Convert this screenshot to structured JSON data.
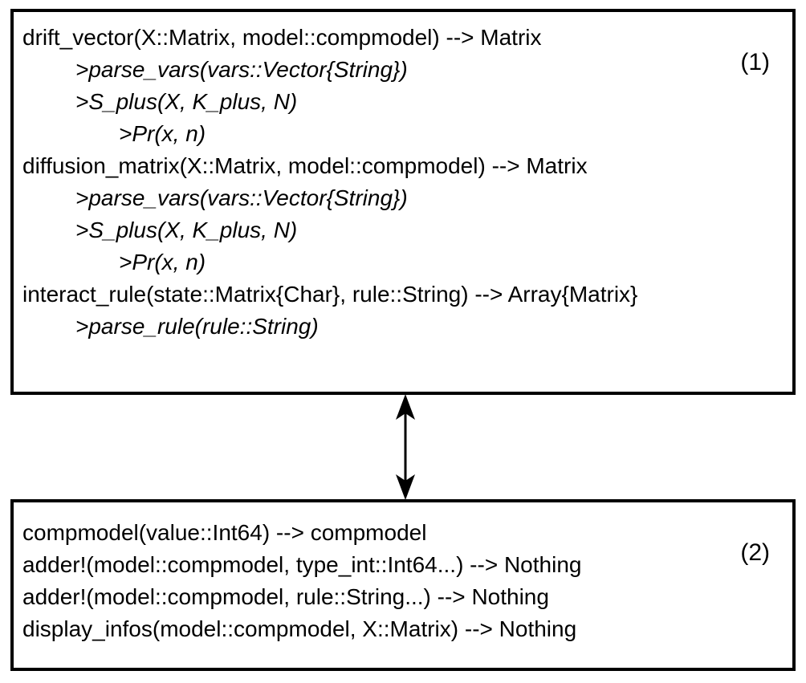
{
  "diagram": {
    "background_color": "#ffffff",
    "border_color": "#000000",
    "text_color": "#000000",
    "box1": {
      "label": "(1)",
      "lines": [
        {
          "text": "drift_vector(X::Matrix, model::compmodel) --> Matrix",
          "indent": 0,
          "italic": false
        },
        {
          "text": ">parse_vars(vars::Vector{String})",
          "indent": 1,
          "italic": true
        },
        {
          "text": ">S_plus(X, K_plus, N)",
          "indent": 1,
          "italic": true
        },
        {
          "text": ">Pr(x, n)",
          "indent": 2,
          "italic": true
        },
        {
          "text": "diffusion_matrix(X::Matrix, model::compmodel) --> Matrix",
          "indent": 0,
          "italic": false
        },
        {
          "text": ">parse_vars(vars::Vector{String})",
          "indent": 1,
          "italic": true
        },
        {
          "text": ">S_plus(X, K_plus, N)",
          "indent": 1,
          "italic": true
        },
        {
          "text": ">Pr(x, n)",
          "indent": 2,
          "italic": true
        },
        {
          "text": "interact_rule(state::Matrix{Char}, rule::String) --> Array{Matrix}",
          "indent": 0,
          "italic": false
        },
        {
          "text": ">parse_rule(rule::String)",
          "indent": 1,
          "italic": true
        }
      ]
    },
    "box2": {
      "label": "(2)",
      "lines": [
        {
          "text": "compmodel(value::Int64) --> compmodel",
          "indent": 0,
          "italic": false
        },
        {
          "text": "adder!(model::compmodel, type_int::Int64...) --> Nothing",
          "indent": 0,
          "italic": false
        },
        {
          "text": "adder!(model::compmodel, rule::String...) --> Nothing",
          "indent": 0,
          "italic": false
        },
        {
          "text": "display_infos(model::compmodel, X::Matrix) --> Nothing",
          "indent": 0,
          "italic": false
        }
      ]
    },
    "arrow": {
      "type": "vertical-double-headed",
      "color": "#000000"
    }
  }
}
